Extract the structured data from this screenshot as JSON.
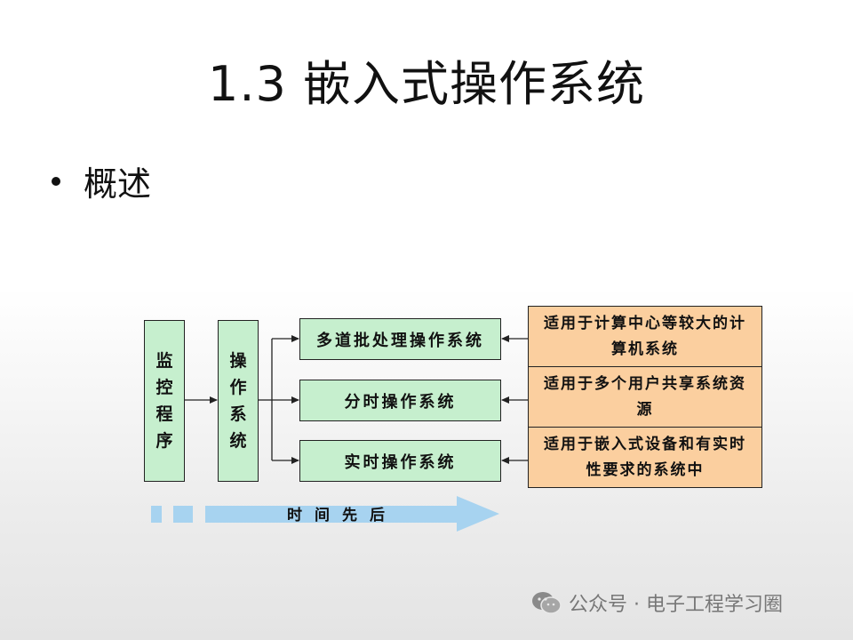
{
  "slide": {
    "title": "1.3  嵌入式操作系统",
    "bullet": "概述"
  },
  "diagram": {
    "monitor": "监\n控\n程\n序",
    "os": "操\n作\n系\n统",
    "types": [
      "多道批处理操作系统",
      "分时操作系统",
      "实时操作系统"
    ],
    "uses": [
      "适用于计算中心等较大的计算机系统",
      "适用于多个用户共享系统资源",
      "适用于嵌入式设备和有实时性要求的系统中"
    ],
    "timeline_label": "时间先后"
  },
  "watermark": {
    "text": "公众号 · 电子工程学习圈"
  },
  "colors": {
    "green_box": "#c6efce",
    "orange_box": "#fbcf9f",
    "arrow": "#a7d3f0"
  }
}
